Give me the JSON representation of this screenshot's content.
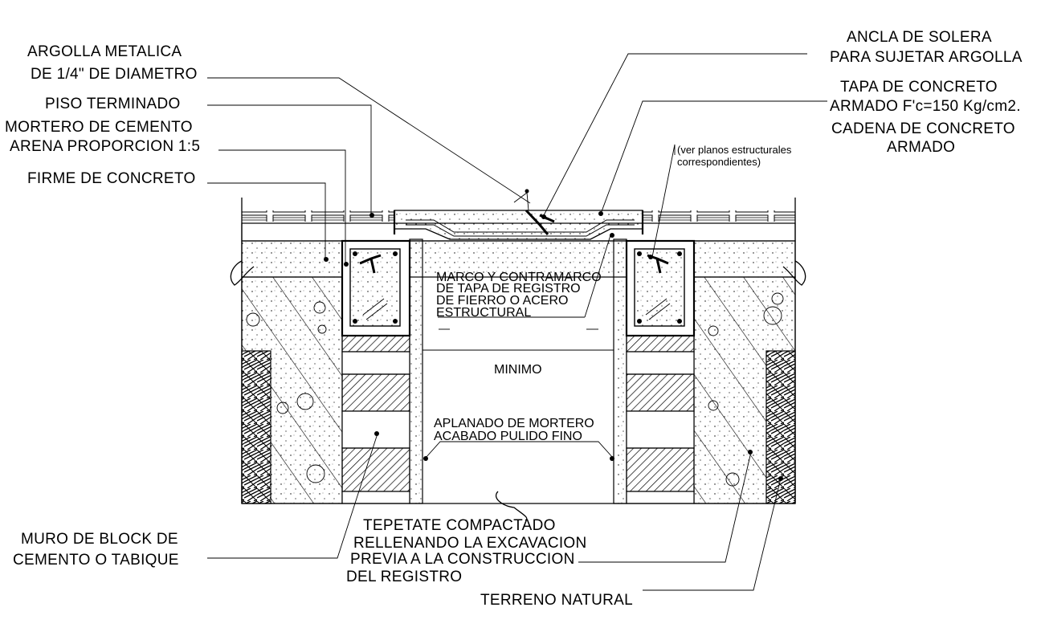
{
  "labels": {
    "argolla": [
      "ARGOLLA METALICA",
      "DE 1/4\" DE DIAMETRO"
    ],
    "piso": "PISO TERMINADO",
    "mortero": [
      "MORTERO DE CEMENTO",
      "ARENA PROPORCION 1:5"
    ],
    "firme": "FIRME DE CONCRETO",
    "ancla": [
      "ANCLA DE SOLERA",
      "PARA SUJETAR ARGOLLA"
    ],
    "tapa": [
      "TAPA DE CONCRETO",
      "ARMADO F'c=150 Kg/cm2."
    ],
    "cadena": [
      "CADENA DE CONCRETO",
      "ARMADO"
    ],
    "ver_planos": [
      "(ver planos estructurales",
      "correspondientes)"
    ],
    "marco": [
      "MARCO Y CONTRAMARCO",
      "DE TAPA DE REGISTRO",
      "DE FIERRO O ACERO",
      "ESTRUCTURAL"
    ],
    "minimo": "MINIMO",
    "aplanado": [
      "APLANADO DE MORTERO",
      "ACABADO PULIDO FINO"
    ],
    "muro": [
      "MURO DE BLOCK DE",
      "CEMENTO O TABIQUE"
    ],
    "tepetate": [
      "TEPETATE COMPACTADO",
      "RELLENANDO LA EXCAVACION",
      "PREVIA A LA CONSTRUCCION",
      "DEL REGISTRO"
    ],
    "terreno": "TERRENO NATURAL"
  },
  "colors": {
    "ink": "#000000",
    "paper": "#ffffff"
  }
}
